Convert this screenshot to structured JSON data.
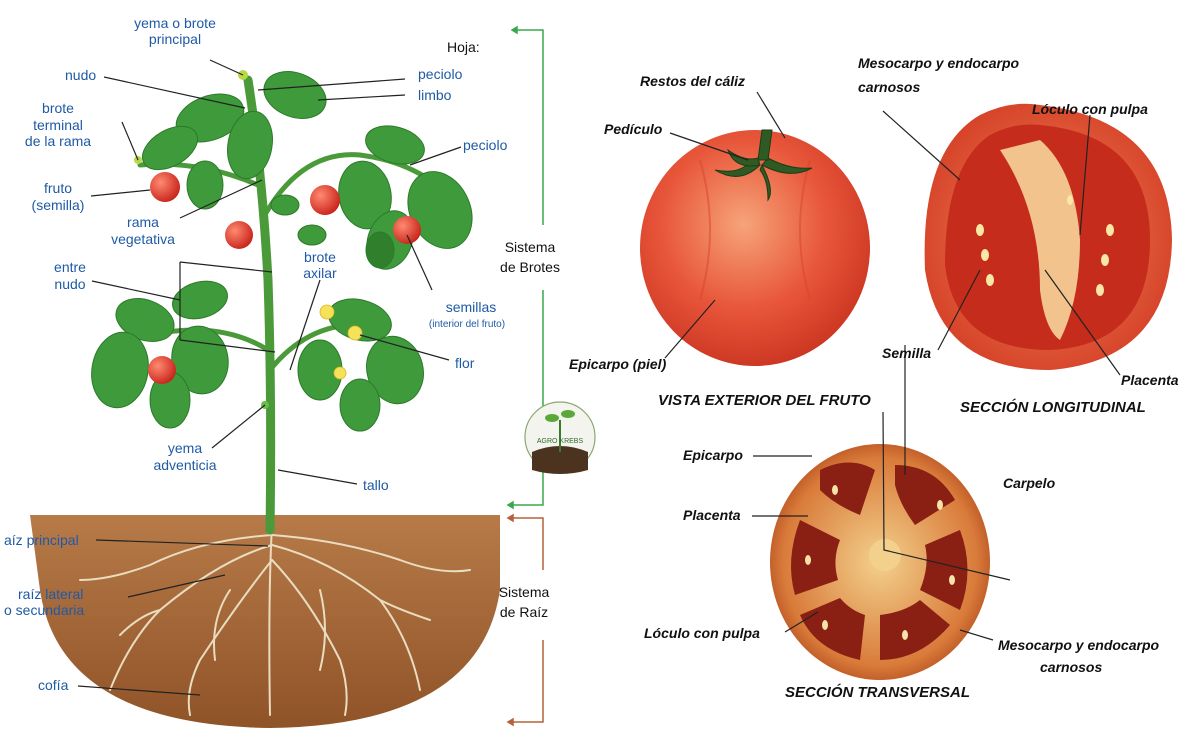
{
  "plant": {
    "yema_principal": [
      "yema o brote",
      "principal"
    ],
    "hoja": "Hoja:",
    "peciolo_top": "peciolo",
    "limbo": "limbo",
    "nudo": "nudo",
    "brote_terminal": [
      "brote",
      "terminal",
      "de la rama"
    ],
    "peciolo_right": "peciolo",
    "fruto": [
      "fruto",
      "(semilla)"
    ],
    "rama": [
      "rama",
      "vegetativa"
    ],
    "entre_nudo": [
      "entre",
      "nudo"
    ],
    "brote_axilar": [
      "brote",
      "axilar"
    ],
    "semillas": "semillas",
    "semillas_sub": "(interior del fruto)",
    "flor": "flor",
    "yema_adventicia": [
      "yema",
      "adventicia"
    ],
    "tallo": "tallo",
    "raiz_principal": "aíz principal",
    "raiz_lateral": [
      "raíz lateral",
      "o secundaria"
    ],
    "cofia": "cofía",
    "sistema_brotes": [
      "Sistema",
      "de Brotes"
    ],
    "sistema_raiz": [
      "Sistema",
      "de Raíz"
    ],
    "logo_text": "AGRO KREBS"
  },
  "fruit": {
    "restos_caliz": "Restos del cáliz",
    "pediculo": "Pedículo",
    "epicarpo_piel": "Epicarpo (piel)",
    "vista_exterior": "VISTA EXTERIOR DEL FRUTO",
    "mesocarpo_top": [
      "Mesocarpo y endocarpo",
      "carnosos"
    ],
    "loculo_top": "Lóculo con pulpa",
    "semilla": "Semilla",
    "placenta_long": "Placenta",
    "seccion_long": "SECCIÓN LONGITUDINAL",
    "epicarpo": "Epicarpo",
    "carpelo": "Carpelo",
    "placenta_trans": "Placenta",
    "loculo_bottom": "Lóculo con pulpa",
    "mesocarpo_bottom": [
      "Mesocarpo y endocarpo",
      "carnosos"
    ],
    "seccion_trans": "SECCIÓN TRANSVERSAL"
  },
  "colors": {
    "label_blue": "#1f5aa6",
    "bracket_green": "#3aa84a",
    "bracket_brown": "#b5613a",
    "soil": "#a86a3c",
    "leaf": "#3e9a3a",
    "tomato": "#e8492f"
  }
}
